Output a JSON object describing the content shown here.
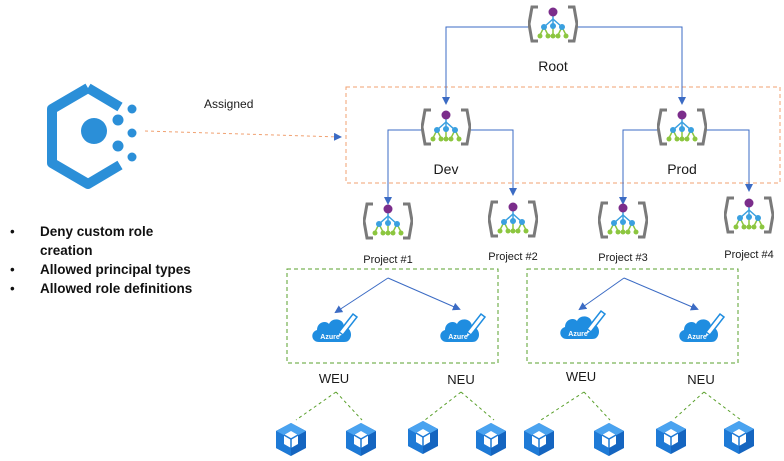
{
  "policy": {
    "assigned_label": "Assigned",
    "items": [
      "Deny custom role creation",
      "Allowed principal types",
      "Allowed role definitions"
    ]
  },
  "management_groups": {
    "root": "Root",
    "dev": "Dev",
    "prod": "Prod"
  },
  "subscriptions": [
    "Project #1",
    "Project #2",
    "Project #3",
    "Project #4"
  ],
  "regions": [
    "WEU",
    "NEU",
    "WEU",
    "NEU"
  ],
  "azure_label": "Azure",
  "colors": {
    "arrow": "#3b6bc4",
    "dashed_orange": "#f0a070",
    "dashed_green": "#5aa02c",
    "policy_blue": "#2b8fd8",
    "mg_purple": "#7b2d8b",
    "mg_green": "#8cc63f",
    "mg_blue": "#3aa0e0",
    "cube_blue": "#1e7ad6"
  }
}
